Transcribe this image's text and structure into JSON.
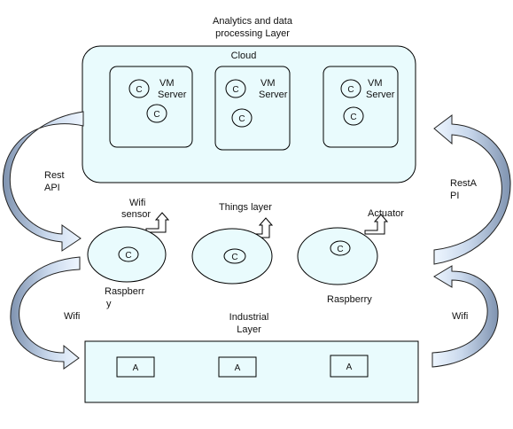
{
  "diagram": {
    "title_line1": "Analytics and data",
    "title_line2": "processing Layer",
    "cloud": {
      "label": "Cloud",
      "vms": [
        {
          "label_line1": "VM",
          "label_line2": "Server",
          "c1": "C",
          "c2": "C"
        },
        {
          "label_line1": "VM",
          "label_line2": "Server",
          "c1": "C",
          "c2": "C"
        },
        {
          "label_line1": "VM",
          "label_line2": "Server",
          "c1": "C",
          "c2": "C"
        }
      ]
    },
    "left_top_arrow": {
      "line1": "Rest",
      "line2": "API"
    },
    "right_top_arrow": {
      "line1": "RestA",
      "line2": "PI"
    },
    "things": {
      "label": "Things layer",
      "wifi_sensor_line1": "Wifi",
      "wifi_sensor_line2": "sensor",
      "actuator": "Actuator",
      "nodes": [
        {
          "c": "C",
          "label_line1": "Raspberr",
          "label_line2": "y"
        },
        {
          "c": "C"
        },
        {
          "c": "C",
          "label_line1": "Raspberry"
        }
      ]
    },
    "left_bottom_arrow": {
      "label": "Wifi"
    },
    "right_bottom_arrow": {
      "label": "Wifi"
    },
    "industrial": {
      "label_line1": "Industrial",
      "label_line2": "Layer",
      "boxes": [
        "A",
        "A",
        "A"
      ]
    }
  }
}
